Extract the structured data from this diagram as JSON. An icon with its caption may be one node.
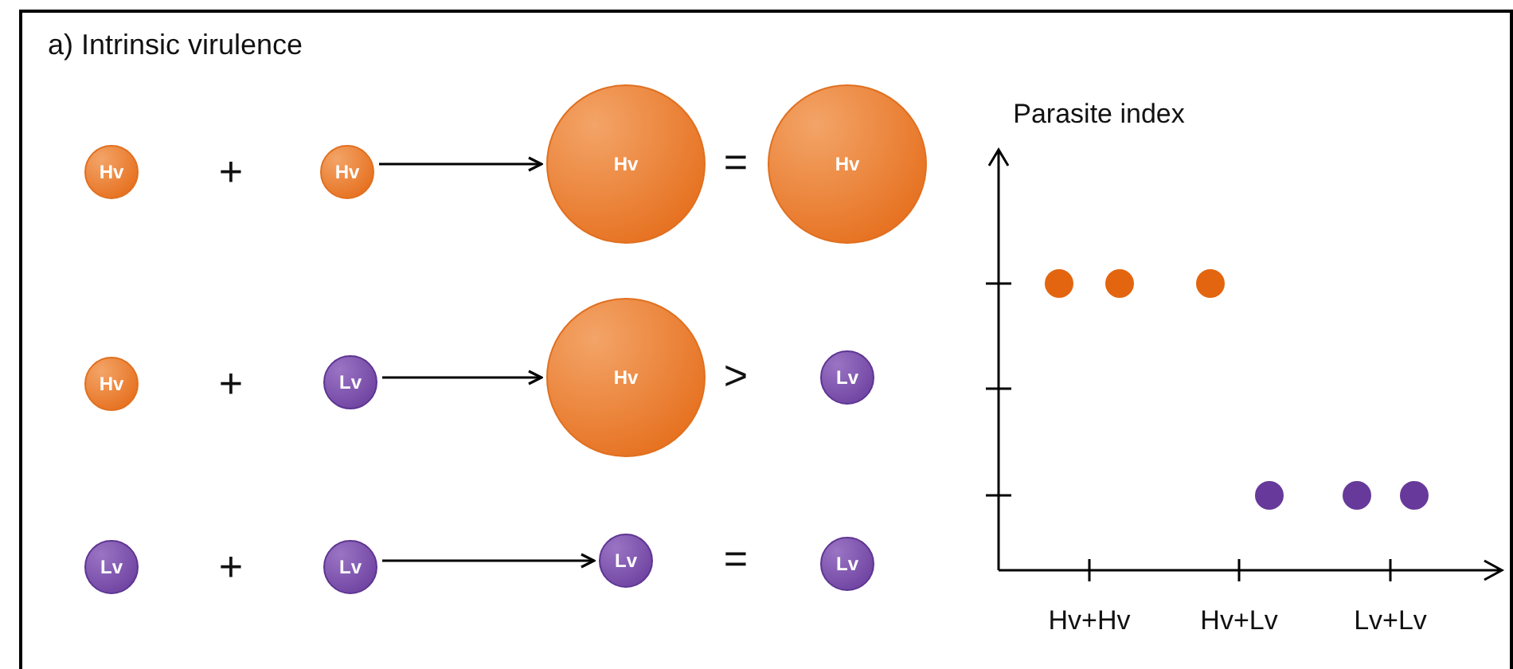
{
  "diagram": {
    "title": "a) Intrinsic virulence",
    "nodes": [
      {
        "text": [
          "Hv"
        ]
      },
      {
        "text": [
          "Hv"
        ]
      },
      {
        "text": [
          "Hv"
        ]
      },
      {
        "text": [
          "Hv"
        ]
      },
      {
        "text": [
          "Hv"
        ]
      },
      {
        "text": [
          "Lv"
        ]
      },
      {
        "text": [
          "Hv"
        ]
      },
      {
        "text": [
          "Lv"
        ]
      },
      {
        "text": [
          "Lv"
        ]
      },
      {
        "text": [
          "Lv"
        ]
      },
      {
        "text": [
          "Lv"
        ]
      },
      {
        "text": [
          "Lv"
        ]
      }
    ],
    "edges": [
      {
        "from": 1,
        "to": 2,
        "arrow": "to"
      },
      {
        "from": 5,
        "to": 6,
        "arrow": "to"
      },
      {
        "from": 9,
        "to": 10,
        "arrow": "to"
      }
    ],
    "labels": [
      "+",
      "=",
      "Parasite index",
      "+",
      ">",
      "+",
      "=",
      "Hv+Hv",
      "Hv+Lv",
      "Lv+Lv"
    ]
  }
}
